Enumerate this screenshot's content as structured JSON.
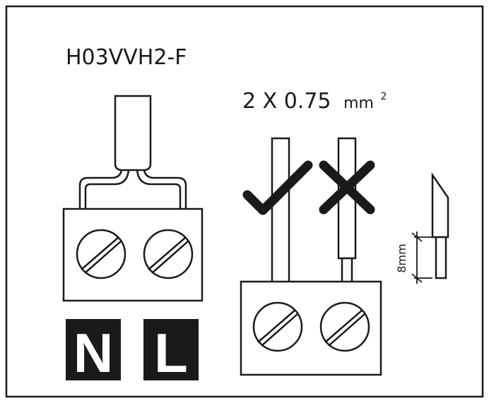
{
  "cable_type": "H03VVH2-F",
  "cross_section": {
    "count_label": "2 X 0.75",
    "unit_base": "mm",
    "unit_exp": "2"
  },
  "strip_length": "8mm",
  "terminals": [
    {
      "letter": "N"
    },
    {
      "letter": "L"
    }
  ],
  "marks": {
    "correct": "check-mark",
    "wrong": "cross-mark"
  },
  "colors": {
    "line": "#1a1a1a",
    "label_bg": "#1a1a1a",
    "label_fg": "#ffffff",
    "background": "#ffffff"
  }
}
